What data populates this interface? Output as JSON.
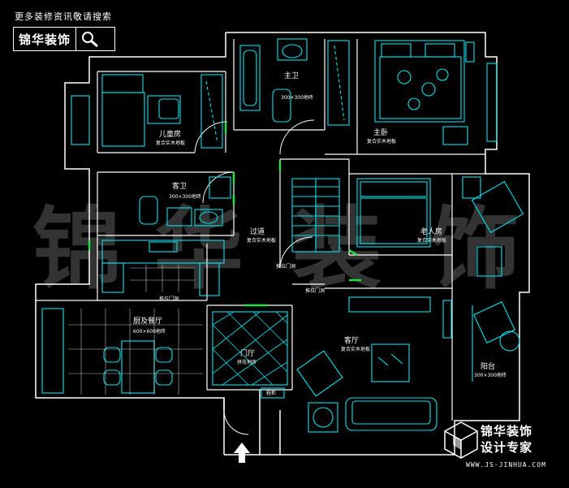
{
  "banner": {
    "text": "更多装修资讯敬请搜索"
  },
  "logo": {
    "text": "锦华装饰",
    "icon": "search-icon"
  },
  "watermark": {
    "text": "锦华装饰"
  },
  "brand": {
    "line1": "锦华装饰",
    "line2": "设计专家",
    "url": "WWW.JS-JINHUA.COM",
    "icon": "cube-logo-icon"
  },
  "rooms": {
    "master_bath": {
      "name": "主卫",
      "sub": "300×300地砖"
    },
    "master_bed": {
      "name": "主卧",
      "sub": "复合实木地板"
    },
    "kids_bed": {
      "name": "儿童房",
      "sub": "复合实木地板"
    },
    "guest_bath": {
      "name": "客卫",
      "sub": "300×300地砖"
    },
    "corridor": {
      "name": "过道",
      "sub": "复合实木地板"
    },
    "elder_bed": {
      "name": "老人房",
      "sub": "复合实木地板"
    },
    "dining": {
      "name": "厨及餐厅",
      "sub": "600×600地砖"
    },
    "foyer": {
      "name": "门厅",
      "sub": "拼花地砖"
    },
    "living": {
      "name": "客厅",
      "sub": "复合实木地板"
    },
    "balcony": {
      "name": "阳台",
      "sub": "300×300地砖"
    }
  },
  "door_labels": {
    "a": "推拉门洞",
    "b": "推拉门洞",
    "c": "推拉门洞"
  },
  "shoe_cabinet": "鞋柜",
  "colors": {
    "wall": "#ffffff",
    "furniture": "#00e5ee",
    "door": "#22dd44",
    "watermark": "#333333"
  }
}
